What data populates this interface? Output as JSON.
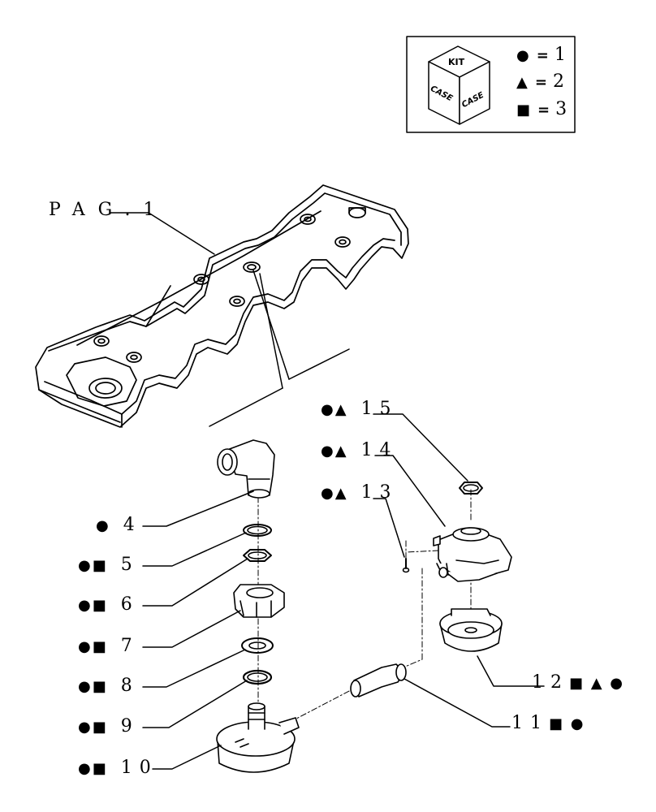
{
  "legend": {
    "kit_text": "KIT",
    "brand_left": "CASE",
    "brand_right": "CASE",
    "rows": [
      {
        "symbol": "●",
        "eq": "=",
        "value": "1"
      },
      {
        "symbol": "▲",
        "eq": "=",
        "value": "2"
      },
      {
        "symbol": "■",
        "eq": "=",
        "value": "3"
      }
    ]
  },
  "page_ref": "PAG.1",
  "callouts": {
    "c4": {
      "symbols": "●",
      "number": "4"
    },
    "c5": {
      "symbols": "●■",
      "number": "5"
    },
    "c6": {
      "symbols": "●■",
      "number": "6"
    },
    "c7": {
      "symbols": "●■",
      "number": "7"
    },
    "c8": {
      "symbols": "●■",
      "number": "8"
    },
    "c9": {
      "symbols": "●■",
      "number": "9"
    },
    "c10": {
      "symbols": "●■",
      "number": "10"
    },
    "c11": {
      "number": "11",
      "symbols": "■ ●"
    },
    "c12": {
      "number": "12",
      "symbols": "■ ▲ ●"
    },
    "c13": {
      "symbols": "●▲",
      "number": "13"
    },
    "c14": {
      "symbols": "●▲",
      "number": "14"
    },
    "c15": {
      "symbols": "●▲",
      "number": "15"
    }
  }
}
